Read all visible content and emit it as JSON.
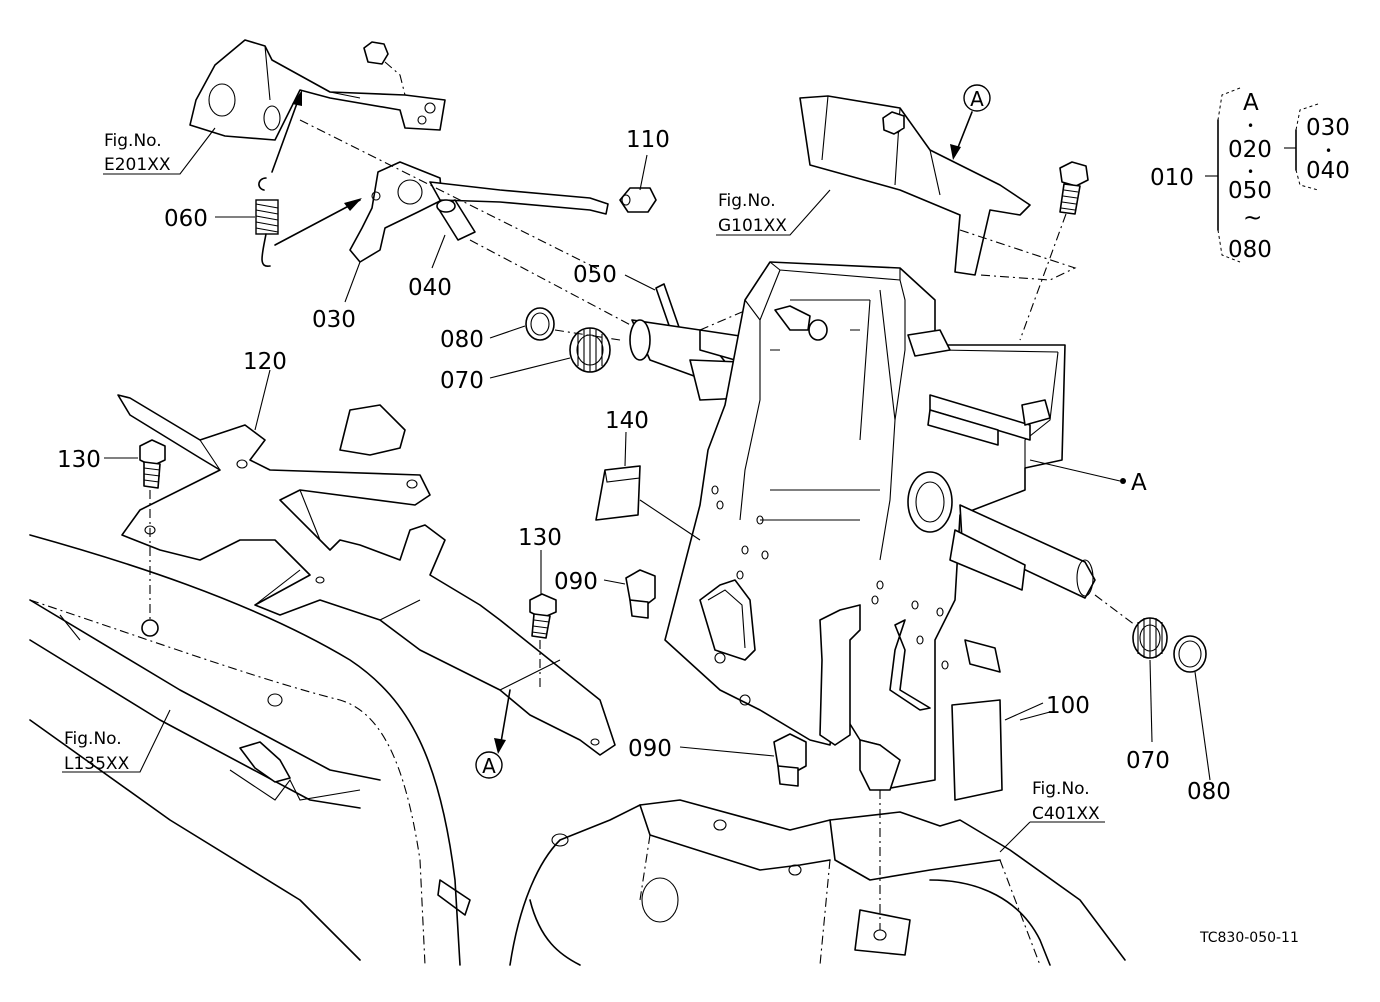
{
  "diagram": {
    "refs": {
      "e201": {
        "fig": "Fig.No.",
        "code": "E201XX"
      },
      "g101": {
        "fig": "Fig.No.",
        "code": "G101XX"
      },
      "l135": {
        "fig": "Fig.No.",
        "code": "L135XX"
      },
      "c401": {
        "fig": "Fig.No.",
        "code": "C401XX"
      }
    },
    "parts": {
      "p110": "110",
      "p060": "060",
      "p030": "030",
      "p040": "040",
      "p050": "050",
      "p080a": "080",
      "p070a": "070",
      "p120": "120",
      "p130a": "130",
      "p140": "140",
      "p130b": "130",
      "p090a": "090",
      "p090b": "090",
      "p100": "100",
      "p070b": "070",
      "p080b": "080"
    },
    "markers": {
      "a_top": "A",
      "a_bottom": "A",
      "a_side": "A"
    },
    "assembly": {
      "root": "010",
      "a": "A",
      "dot1": "•",
      "i020": "020",
      "dot2": "•",
      "i050": "050",
      "tilde": "~",
      "i080": "080",
      "i030": "030",
      "dot3": "•",
      "i040": "040"
    },
    "drawing_code": "TC830-050-11"
  }
}
